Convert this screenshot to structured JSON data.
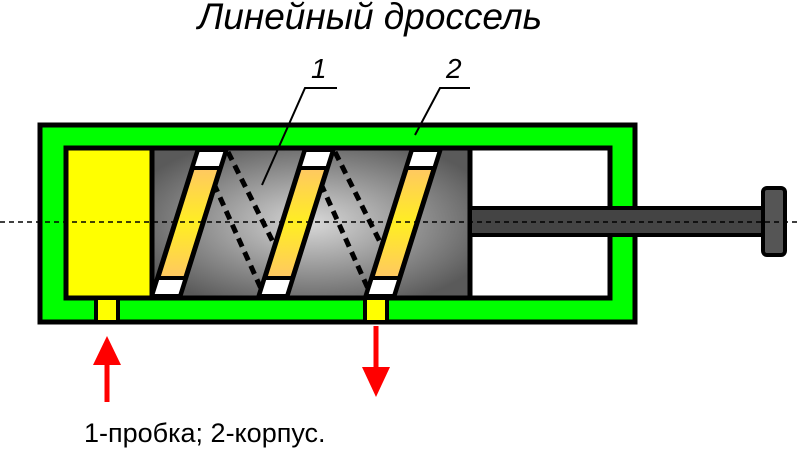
{
  "title": "Линейный дроссель",
  "caption": "1-пробка; 2-корпус.",
  "labels": {
    "one": "1",
    "two": "2"
  },
  "colors": {
    "housing": "#00ff00",
    "plug": "#ffff00",
    "arrow": "#ff0000",
    "rod": "#444444"
  }
}
